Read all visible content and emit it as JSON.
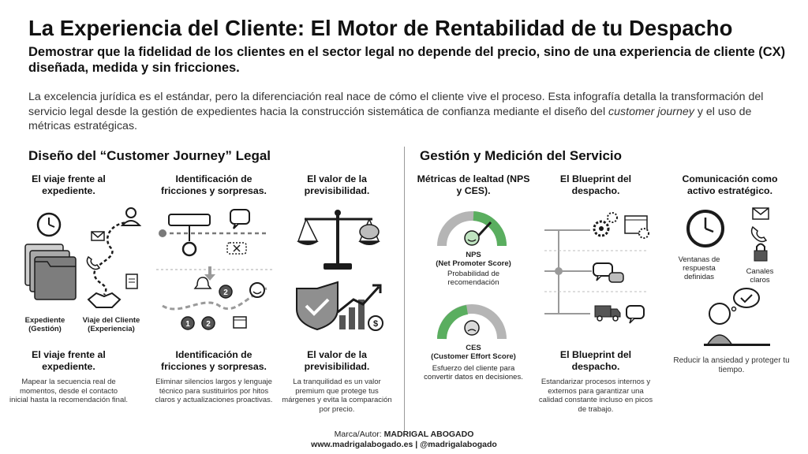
{
  "header": {
    "title": "La Experiencia del Cliente: El Motor de Rentabilidad de tu Despacho",
    "subtitle": "Demostrar que la fidelidad de los clientes en el sector legal no depende del precio, sino de una experiencia de cliente (CX) diseñada, medida y sin fricciones.",
    "intro_part1": "La excelencia jurídica es el estándar, pero la diferenciación real nace de cómo el cliente vive el proceso. Esta infografía detalla la transformación del servicio legal desde la gestión de expedientes hacia la construcción sistemática de confianza mediante el diseño del ",
    "intro_italic": "customer journey",
    "intro_part2": " y el uso de métricas estratégicas."
  },
  "left_section": {
    "title": "Diseño del “Customer Journey” Legal",
    "columns": [
      {
        "heading": "El viaje frente al expediente.",
        "label_a": "Expediente (Gestión)",
        "label_b": "Viaje del Cliente (Experiencia)",
        "lower_heading": "El viaje frente al expediente.",
        "lower_body": "Mapear la secuencia real de momentos, desde el contacto inicial hasta la recomendación final."
      },
      {
        "heading": "Identificación de fricciones y sorpresas.",
        "lower_heading": "Identificación de fricciones y sorpresas.",
        "lower_body": "Eliminar silencios largos y lenguaje técnico para sustituirlos por hitos claros y actualizaciones proactivas."
      },
      {
        "heading": "El valor de la previsibilidad.",
        "lower_heading": "El valor de la previsibilidad.",
        "lower_body": "La tranquilidad es un valor premium que protege tus márgenes y evita la comparación por precio."
      }
    ]
  },
  "right_section": {
    "title": "Gestión y Medición del Servicio",
    "columns": [
      {
        "heading": "Métricas de lealtad (NPS y CES).",
        "nps_label": "NPS",
        "nps_full": "(Net Promoter Score)",
        "nps_desc": "Probabilidad de recomendación",
        "ces_label": "CES",
        "ces_full": "(Customer Effort Score)",
        "ces_desc": "Esfuerzo del cliente para convertir datos en decisiones."
      },
      {
        "heading": "El Blueprint del despacho.",
        "lower_heading": "El Blueprint del despacho.",
        "lower_body": "Estandarizar procesos internos y externos para garantizar una calidad constante incluso en picos de trabajo."
      },
      {
        "heading": "Comunicación como activo estratégico.",
        "label_a": "Ventanas de respuesta definidas",
        "label_b": "Canales claros",
        "lower_body": "Reducir la ansiedad y proteger tu tiempo."
      }
    ]
  },
  "footer": {
    "brand_prefix": "Marca/Autor: ",
    "brand_name": "MADRIGAL ABOGADO",
    "links": "www.madrigalabogado.es | @madrigalabogado"
  },
  "timeline_numbers": [
    "1",
    "2",
    "2"
  ],
  "colors": {
    "gauge_green": "#5aae5f",
    "gauge_grey": "#b5b5b5",
    "ink": "#1b1b1b"
  }
}
